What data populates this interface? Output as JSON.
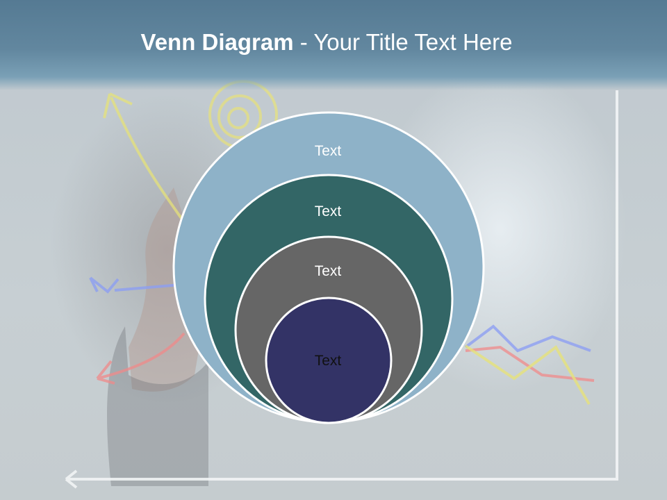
{
  "slide": {
    "title_bold": "Venn Diagram",
    "title_rest": " - Your Title Text Here"
  },
  "diagram": {
    "circles": [
      {
        "label": "Text",
        "fill": "#8eb2c8",
        "text_color": "#ffffff"
      },
      {
        "label": "Text",
        "fill": "#336666",
        "text_color": "#ffffff"
      },
      {
        "label": "Text",
        "fill": "#666666",
        "text_color": "#ffffff"
      },
      {
        "label": "Text",
        "fill": "#333366",
        "text_color": "#111111"
      }
    ],
    "outline_color": "#ffffff"
  },
  "colors": {
    "header": "#5e83a0",
    "background": "#c3cbd0"
  }
}
